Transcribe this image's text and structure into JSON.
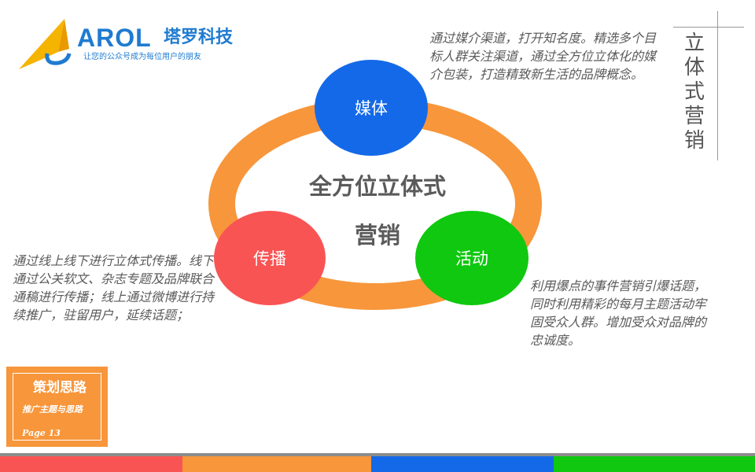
{
  "logo": {
    "wordmark": "AROL",
    "company": "塔罗科技",
    "slogan": "让您的公众号成为每位用户的朋友",
    "colors": {
      "blue": "#1f7bd0",
      "gold": "#f5b400"
    }
  },
  "side_title": "立体式营销",
  "diagram": {
    "center_title_line1": "全方位立体式",
    "center_title_line2": "营销",
    "ring_color": "#f7963b",
    "nodes": {
      "media": {
        "label": "媒体",
        "color": "#1469e8"
      },
      "spread": {
        "label": "传播",
        "color": "#f95454"
      },
      "event": {
        "label": "活动",
        "color": "#0fc80f"
      }
    }
  },
  "paragraphs": {
    "media": "通过媒介渠道，打开知名度。精选多个目标人群关注渠道，通过全方位立体化的媒介包装，打造精致新生活的品牌概念。",
    "spread": "通过线上线下进行立体式传播。线下通过公关软文、杂志专题及品牌联合通稿进行传播；线上通过微博进行持续推广，驻留用户，延续话题；",
    "event": "利用爆点的事件营销引爆话题，同时利用精彩的每月主题活动牢固受众人群。增加受众对品牌的忠诚度。"
  },
  "badge": {
    "title": "策划思路",
    "subtitle": "推广主题与思路",
    "page": "Page 13",
    "color": "#f7963b"
  },
  "footer_colors": [
    "#f95454",
    "#f7963b",
    "#1469e8",
    "#0fc80f"
  ]
}
